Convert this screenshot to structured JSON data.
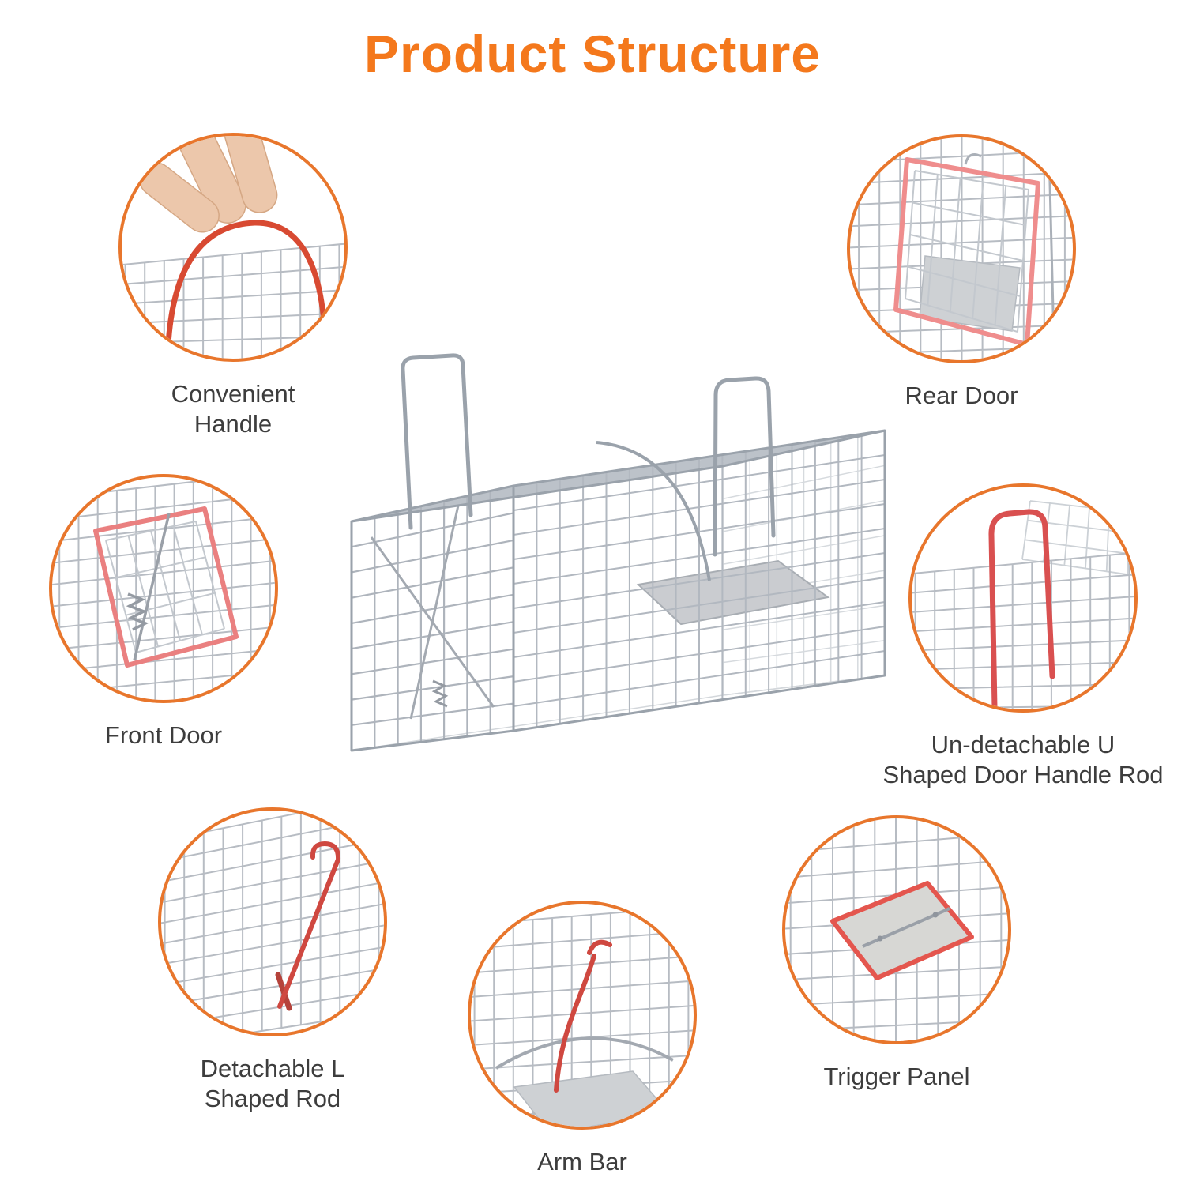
{
  "title": "Product Structure",
  "colors": {
    "title_orange": "#F4781C",
    "circle_border_orange": "#E8762C",
    "coated_red": "#D95050",
    "door_pink": "#EF8D8D",
    "wire_silver": "#B2B8C0",
    "label_text": "#3D3D3D"
  },
  "callouts": [
    {
      "id": "convenient-handle",
      "label": "Convenient\nHandle"
    },
    {
      "id": "rear-door",
      "label": "Rear Door"
    },
    {
      "id": "front-door",
      "label": "Front Door"
    },
    {
      "id": "u-shaped-door-handle-rod",
      "label": "Un-detachable U\nShaped Door Handle Rod"
    },
    {
      "id": "detachable-l-shaped-rod",
      "label": "Detachable L\nShaped Rod"
    },
    {
      "id": "arm-bar",
      "label": "Arm Bar"
    },
    {
      "id": "trigger-panel",
      "label": "Trigger Panel"
    }
  ]
}
